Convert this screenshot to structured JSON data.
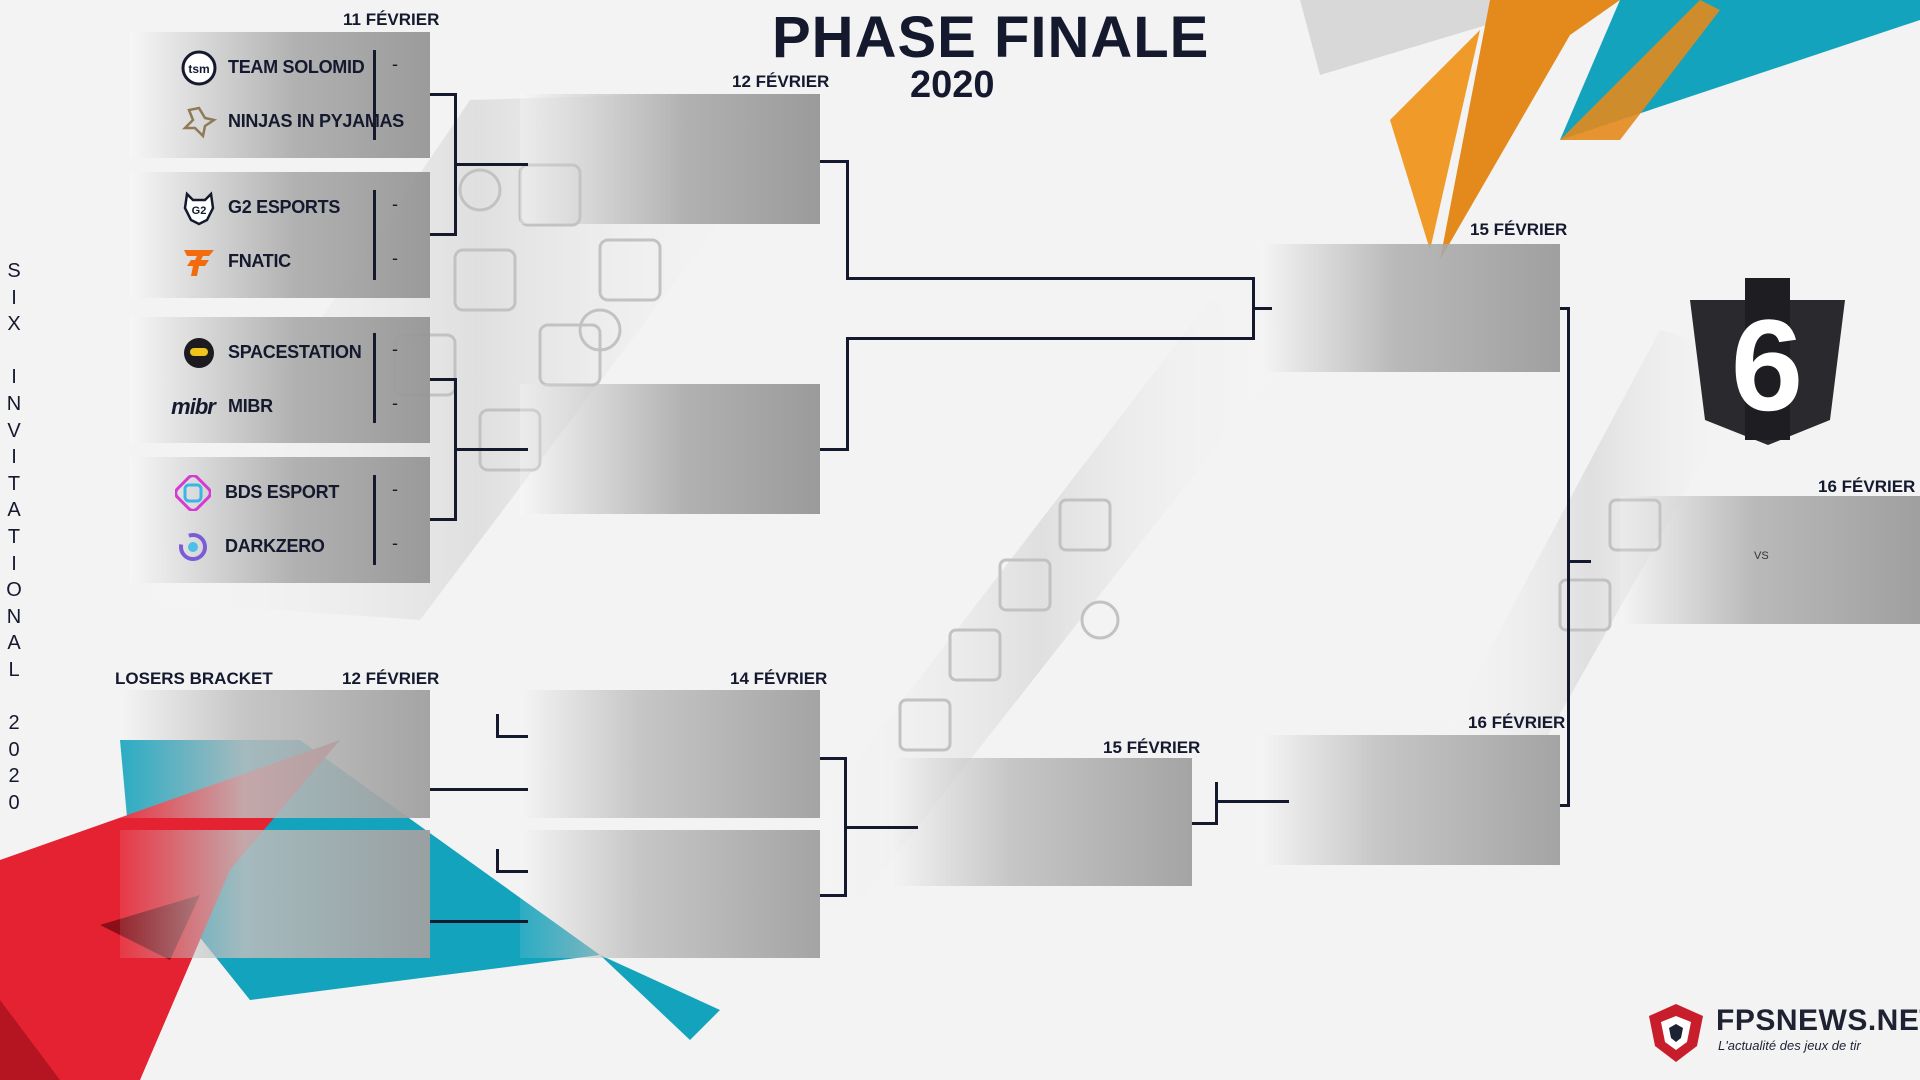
{
  "header": {
    "title": "PHASE FINALE",
    "year": "2020"
  },
  "side_title": "SIX INVITATIONAL 2020",
  "dates": {
    "upper_r1": "11 FÉVRIER",
    "upper_r2": "12 FÉVRIER",
    "upper_final": "15 FÉVRIER",
    "grand_final": "16 FÉVRIER",
    "losers_r1": "12 FÉVRIER",
    "losers_r2": "14 FÉVRIER",
    "losers_r3": "15 FÉVRIER",
    "losers_final": "16 FÉVRIER"
  },
  "losers_label": "LOSERS BRACKET",
  "matches": [
    {
      "teams": [
        {
          "name": "TEAM SOLOMID",
          "score": "-",
          "icon": "tsm-logo-icon"
        },
        {
          "name": "NINJAS IN PYJAMAS",
          "score": "-",
          "icon": "nip-logo-icon"
        }
      ]
    },
    {
      "teams": [
        {
          "name": "G2 ESPORTS",
          "score": "-",
          "icon": "g2-logo-icon"
        },
        {
          "name": "FNATIC",
          "score": "-",
          "icon": "fnatic-logo-icon"
        }
      ]
    },
    {
      "teams": [
        {
          "name": "SPACESTATION",
          "score": "-",
          "icon": "spacestation-logo-icon"
        },
        {
          "name": "MIBR",
          "score": "-",
          "icon": "mibr-logo-icon",
          "logo_text": "mibr"
        }
      ]
    },
    {
      "teams": [
        {
          "name": "BDS ESPORT",
          "score": "-",
          "icon": "bds-logo-icon"
        },
        {
          "name": "DARKZERO",
          "score": "-",
          "icon": "darkzero-logo-icon"
        }
      ]
    }
  ],
  "grand_final_vs": "VS",
  "brand": {
    "name": "FPSNEWS.NET",
    "tagline": "L'actualité des jeux de tir"
  },
  "colors": {
    "navy": "#14192e",
    "red": "#e52231",
    "teal": "#13a3bd",
    "orange": "#e48a1c",
    "box_gray": "#9a9a9a"
  }
}
